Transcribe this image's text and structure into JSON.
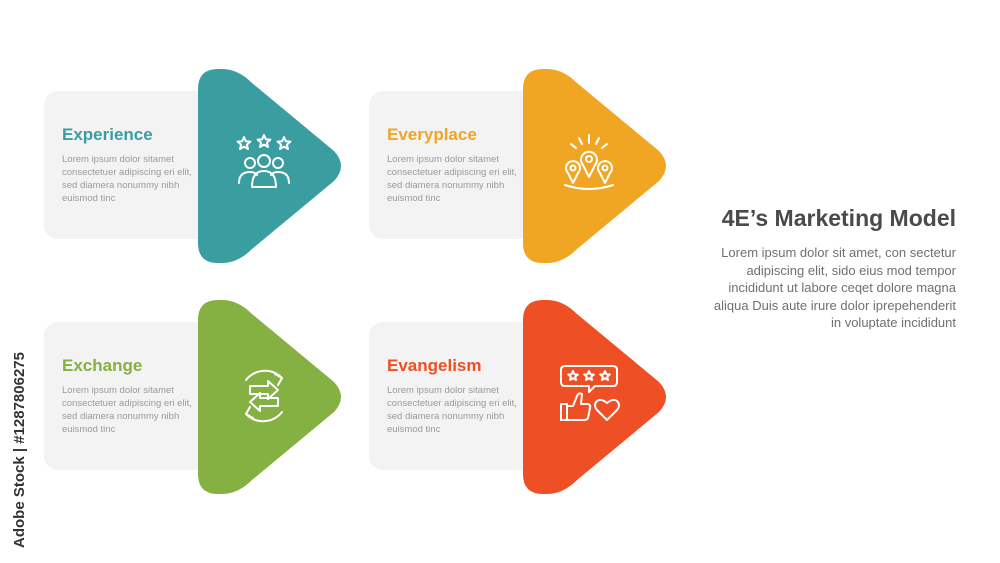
{
  "items": [
    {
      "title": "Experience",
      "description": "Lorem ipsum dolor sitamet consectetuer adipiscing eri elit, sed diamera nonummy nibh euismod tinc",
      "color": "#3a9ea1",
      "icon": "people-rating-icon"
    },
    {
      "title": "Everyplace",
      "description": "Lorem ipsum dolor sitamet consectetuer adipiscing eri elit, sed diamera nonummy nibh euismod tinc",
      "color": "#f0a623",
      "icon": "location-pins-icon"
    },
    {
      "title": "Exchange",
      "description": "Lorem ipsum dolor sitamet consectetuer adipiscing eri elit, sed diamera nonummy nibh euismod tinc",
      "color": "#85b042",
      "icon": "exchange-arrows-icon"
    },
    {
      "title": "Evangelism",
      "description": "Lorem ipsum dolor sitamet consectetuer adipiscing eri elit, sed diamera nonummy nibh euismod tinc",
      "color": "#ee4f24",
      "icon": "review-thumbs-heart-icon"
    }
  ],
  "sidebar": {
    "title": "4E’s Marketing Model",
    "description": "Lorem ipsum dolor sit amet, con sectetur adipiscing elit, sido eius mod tempor incididunt ut labore ceqet dolore magna aliqua Duis aute irure dolor iprepehenderit in voluptate incididunt"
  },
  "watermark": "Adobe Stock | #1287806275"
}
